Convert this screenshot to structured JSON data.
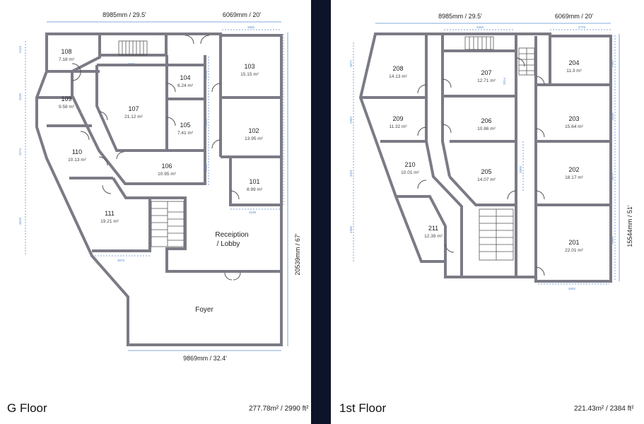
{
  "ground": {
    "title": "G Floor",
    "total_area": "277.78m² / 2990 ft²",
    "dim_top_left": "8985mm / 29.5'",
    "dim_top_right": "6069mm / 20'",
    "dim_bottom": "9869mm / 32.4'",
    "dim_right": "20539mm / 67'",
    "rooms": [
      {
        "num": "108",
        "area": "7.18 m²"
      },
      {
        "num": "109",
        "area": "9.58 m²"
      },
      {
        "num": "110",
        "area": "10.13 m²"
      },
      {
        "num": "111",
        "area": "19.21 m²"
      },
      {
        "num": "107",
        "area": "21.12 m²"
      },
      {
        "num": "104",
        "area": "6.24 m²"
      },
      {
        "num": "105",
        "area": "7.41 m²"
      },
      {
        "num": "106",
        "area": "10.95 m²"
      },
      {
        "num": "103",
        "area": "15.15 m²"
      },
      {
        "num": "102",
        "area": "13.95 m²"
      },
      {
        "num": "101",
        "area": "8.99 m²"
      }
    ],
    "reception_line1": "Receiption",
    "reception_line2": "/ Lobby",
    "foyer": "Foyer",
    "small_dims": {
      "d3656": "3656",
      "d4152": "4152",
      "d3903": "3903",
      "d2949": "2949",
      "d3195": "3195",
      "d4493": "4493",
      "d2703": "2703",
      "d3268": "3268",
      "d2066": "2066",
      "d3678": "3678",
      "d2419": "2419",
      "d3235": "3235",
      "d3274": "3274",
      "d4810": "4810"
    }
  },
  "first": {
    "title": "1st Floor",
    "total_area": "221.43m² / 2384 ft²",
    "dim_top_left": "8985mm / 29.5'",
    "dim_top_right": "6069mm / 20'",
    "dim_right": "15544mm / 51'",
    "rooms": [
      {
        "num": "208",
        "area": "14.13 m²"
      },
      {
        "num": "207",
        "area": "12.71 m²"
      },
      {
        "num": "204",
        "area": "11.3 m²"
      },
      {
        "num": "209",
        "area": "11.32 m²"
      },
      {
        "num": "206",
        "area": "10.86 m²"
      },
      {
        "num": "203",
        "area": "15.64 m²"
      },
      {
        "num": "210",
        "area": "10.01 m²"
      },
      {
        "num": "205",
        "area": "14.07 m²"
      },
      {
        "num": "202",
        "area": "18.17 m²"
      },
      {
        "num": "211",
        "area": "12.39 m²"
      },
      {
        "num": "201",
        "area": "22.01 m²"
      }
    ],
    "small_dims": {
      "d4555": "4555",
      "d3778": "3778",
      "d2902": "2902",
      "d3638": "3638",
      "d3673": "3673",
      "d4888": "4888",
      "d4592": "4592",
      "d2014": "2014",
      "d3909": "3909",
      "d3877": "3877",
      "d2983": "2983",
      "d3331": "3331",
      "d4366": "4366"
    }
  }
}
